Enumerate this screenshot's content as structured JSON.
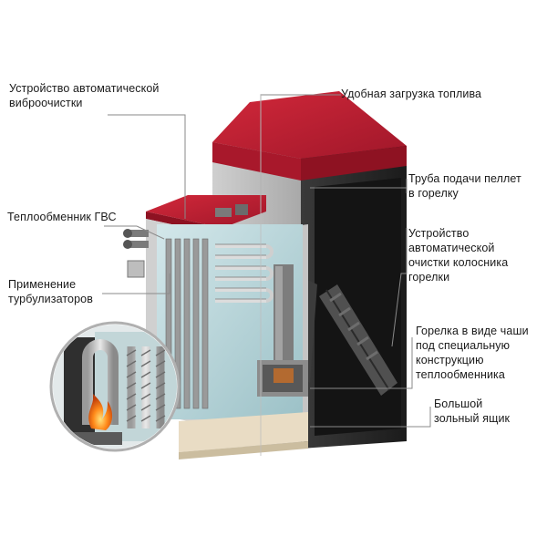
{
  "labels": {
    "vibro_cleaning": [
      "Устройство автоматической",
      "виброочистки"
    ],
    "dhw_exchanger": [
      "Теплообменник ГВС"
    ],
    "turbulators": [
      "Применение",
      "турбулизаторов"
    ],
    "fuel_loading": [
      "Удобная загрузка топлива"
    ],
    "pellet_pipe": [
      "Труба подачи пеллет",
      "в горелку"
    ],
    "grate_cleaning": [
      "Устройство",
      "автоматической",
      "очистки колосника",
      "горелки"
    ],
    "cup_burner": [
      "Горелка в виде чаши",
      "под специальную",
      "конструкцию",
      "теплообменника"
    ],
    "ash_box": [
      "Большой",
      "зольный ящик"
    ]
  },
  "colors": {
    "hopper_red": "#b81c2e",
    "hopper_red_dark": "#8e1222",
    "casing_dark": "#262626",
    "insulation_grey": "#bdbdbd",
    "water_jacket": "#bcd7db",
    "leader_line": "#8a8a8a",
    "flame": "#ff7a10"
  }
}
